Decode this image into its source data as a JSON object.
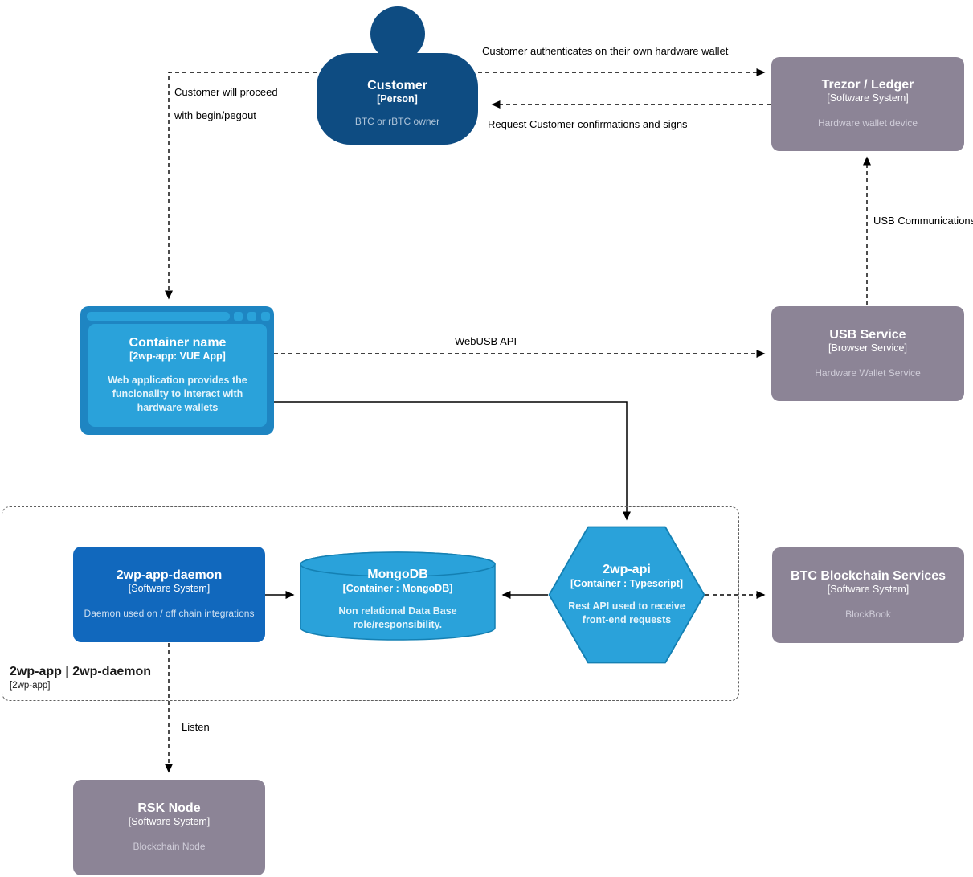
{
  "nodes": {
    "customer": {
      "title": "Customer",
      "subtitle": "[Person]",
      "desc": "BTC or rBTC owner"
    },
    "trezor": {
      "title": "Trezor / Ledger",
      "subtitle": "[Software System]",
      "desc": "Hardware wallet device"
    },
    "container": {
      "title": "Container name",
      "subtitle": "[2wp-app: VUE App]",
      "desc": "Web application provides the funcionality to interact with hardware wallets"
    },
    "usb_service": {
      "title": "USB Service",
      "subtitle": "[Browser Service]",
      "desc": "Hardware Wallet Service"
    },
    "daemon": {
      "title": "2wp-app-daemon",
      "subtitle": "[Software System]",
      "desc": "Daemon used on / off chain integrations"
    },
    "mongodb": {
      "title": "MongoDB",
      "subtitle": "[Container : MongoDB]",
      "desc": "Non relational Data Base role/responsibility."
    },
    "api": {
      "title": "2wp-api",
      "subtitle": "[Container : Typescript]",
      "desc": "Rest API used to receive front-end requests"
    },
    "btc": {
      "title": "BTC Blockchain Services",
      "subtitle": "[Software System]",
      "desc": "BlockBook"
    },
    "rsk": {
      "title": "RSK Node",
      "subtitle": "[Software System]",
      "desc": "Blockchain Node"
    },
    "boundary": {
      "title": "2wp-app | 2wp-daemon",
      "subtitle": "[2wp-app]"
    }
  },
  "edge_labels": {
    "auth": "Customer authenticates on their own hardware wallet",
    "request": "Request Customer confirmations and signs",
    "proceed_line1": "Customer will proceed",
    "proceed_line2": "with begin/pegout",
    "webusb": "WebUSB API",
    "usb_comms": "USB Communications",
    "listen": "Listen"
  },
  "palette": {
    "person_fill": "#0e4c82",
    "external_system_fill": "#8c8496",
    "container_fill": "#1168bd",
    "light_container_fill": "#2aa2da",
    "browser_frame_fill": "#1e85c2",
    "muted_text": "#cfccd8",
    "edge_color": "#000000"
  }
}
